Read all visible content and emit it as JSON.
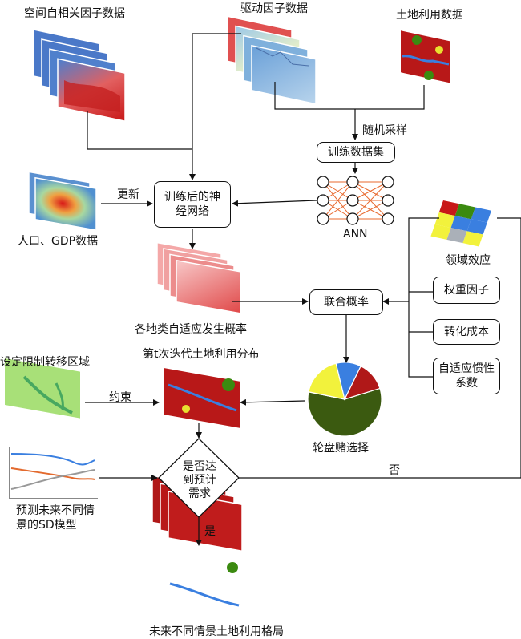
{
  "labels": {
    "spatial_autocorr": "空间自相关因子数据",
    "driving_factors": "驱动因子数据",
    "land_use": "土地利用数据",
    "random_sampling": "随机采样",
    "training_set": "训练数据集",
    "trained_nn": "训练后的神经网络",
    "update": "更新",
    "pop_gdp": "人口、GDP数据",
    "ann": "ANN",
    "neighborhood": "领域效应",
    "weight_factor": "权重因子",
    "conversion_cost": "转化成本",
    "inertia": "自适应惯性系数",
    "occurrence_prob": "各地类自适应发生概率",
    "combined_prob": "联合概率",
    "iteration_title": "第t次迭代土地利用分布",
    "restricted_area": "设定限制转移区域",
    "constraint": "约束",
    "roulette": "轮盘赌选择",
    "decision": "是否达到预计需求",
    "no": "否",
    "yes": "是",
    "sd_model": "预测未来不同情景的SD模型",
    "future_pattern": "未来不同情景土地利用格局"
  },
  "pie_chart": {
    "slices": [
      {
        "name": "dark green",
        "value": 0.58,
        "color": "#3b5a10"
      },
      {
        "name": "yellow",
        "value": 0.18,
        "color": "#f2f23c"
      },
      {
        "name": "blue",
        "value": 0.11,
        "color": "#3a7fe0"
      },
      {
        "name": "red",
        "value": 0.13,
        "color": "#b01818"
      }
    ]
  },
  "sd_lines": [
    {
      "color": "#3a7fe0"
    },
    {
      "color": "#e36a2e"
    },
    {
      "color": "#999999"
    }
  ]
}
